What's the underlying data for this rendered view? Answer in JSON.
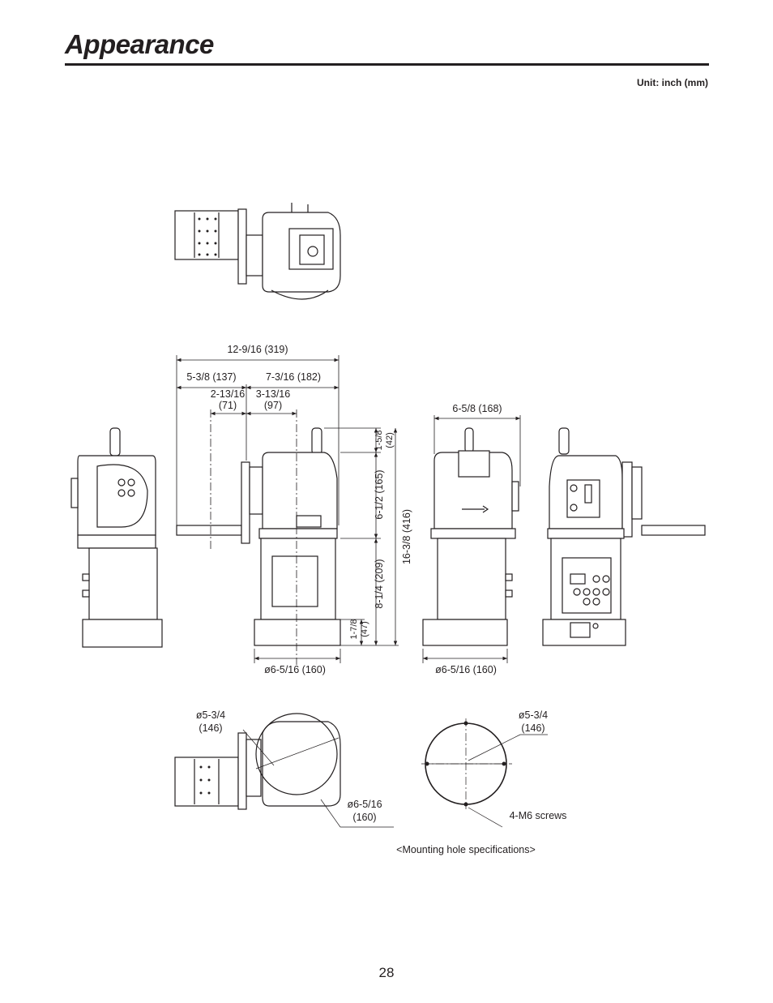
{
  "page": {
    "title": "Appearance",
    "unit": "Unit: inch (mm)",
    "page_number": "28"
  },
  "dimensions": {
    "overall_width": "12-9/16 (319)",
    "left_width": "5-3/8 (137)",
    "right_width": "7-3/16 (182)",
    "offset_left_a": "2-13/16",
    "offset_left_b": "(71)",
    "offset_right_a": "3-13/16",
    "offset_right_b": "(97)",
    "side_depth": "6-5/8 (168)",
    "top_height_a": "1-5/8",
    "top_height_b": "(42)",
    "head_height": "6-1/2 (165)",
    "total_height": "16-3/8 (416)",
    "base_height": "8-1/4 (209)",
    "foot_height_a": "1-7/8",
    "foot_height_b": "(47)",
    "base_diameter_front": "ø6-5/16 (160)",
    "base_diameter_side": "ø6-5/16 (160)"
  },
  "bottom_view": {
    "bolt_circle_a": "ø5-3/4",
    "bolt_circle_b": "(146)",
    "outer_diameter_a": "ø6-5/16",
    "outer_diameter_b": "(160)"
  },
  "mounting": {
    "bolt_circle_a": "ø5-3/4",
    "bolt_circle_b": "(146)",
    "screws": "4-M6 screws",
    "caption": "<Mounting hole specifications>"
  }
}
